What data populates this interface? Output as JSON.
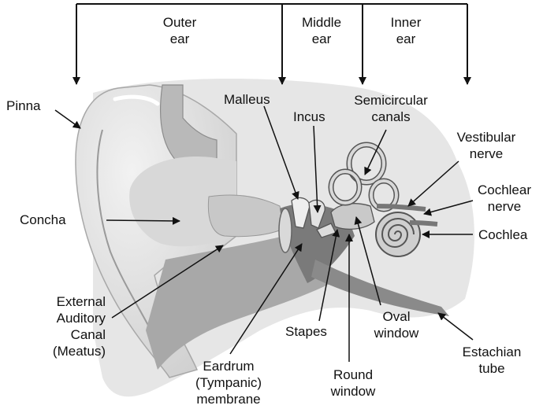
{
  "sections": {
    "outer": [
      "Outer",
      "ear"
    ],
    "middle": [
      "Middle",
      "ear"
    ],
    "inner": [
      "Inner",
      "ear"
    ]
  },
  "labels": {
    "pinna": [
      "Pinna"
    ],
    "malleus": [
      "Malleus"
    ],
    "incus": [
      "Incus"
    ],
    "semicircular_canals": [
      "Semicircular",
      "canals"
    ],
    "vestibular_nerve": [
      "Vestibular",
      "nerve"
    ],
    "cochlear_nerve": [
      "Cochlear",
      "nerve"
    ],
    "concha": [
      "Concha"
    ],
    "cochlea": [
      "Cochlea"
    ],
    "external_auditory_canal": [
      "External",
      "Auditory",
      "Canal",
      "(Meatus)"
    ],
    "stapes": [
      "Stapes"
    ],
    "oval_window": [
      "Oval",
      "window"
    ],
    "estachian_tube": [
      "Estachian",
      "tube"
    ],
    "eardrum": [
      "Eardrum",
      "(Tympanic)",
      "membrane"
    ],
    "round_window": [
      "Round",
      "window"
    ]
  }
}
